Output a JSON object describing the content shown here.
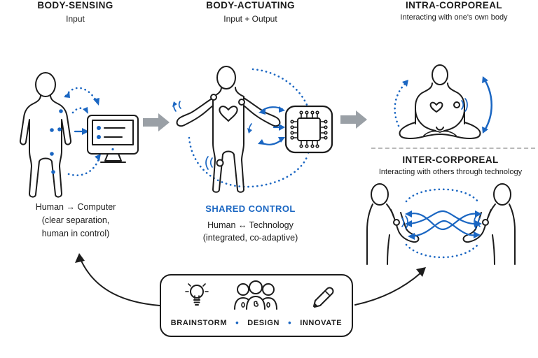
{
  "colors": {
    "ink": "#1c1c1c",
    "blue": "#1a66c2",
    "gray_arrow": "#9aa0a6",
    "divider": "#b9b9b9"
  },
  "sections": {
    "body_sensing": {
      "title": "BODY-SENSING",
      "subtitle": "Input",
      "caption_line1": "Human  →  Computer",
      "caption_line2": "(clear separation,",
      "caption_line3": "human in control)"
    },
    "body_actuating": {
      "title": "BODY-ACTUATING",
      "subtitle": "Input + Output",
      "caption_heading": "SHARED CONTROL",
      "caption_line1": "Human  ↔  Technology",
      "caption_line2": "(integrated, co-adaptive)"
    },
    "intra_corporeal": {
      "title": "INTRA-CORPOREAL",
      "subtitle": "Interacting with one's own body"
    },
    "inter_corporeal": {
      "title": "INTER-CORPOREAL",
      "subtitle": "Interacting with others through technology"
    }
  },
  "process_box": {
    "separator": "•",
    "items": [
      {
        "label": "BRAINSTORM",
        "icon": "lightbulb-icon"
      },
      {
        "label": "DESIGN",
        "icon": "people-icon"
      },
      {
        "label": "INNOVATE",
        "icon": "pencil-icon"
      }
    ]
  }
}
